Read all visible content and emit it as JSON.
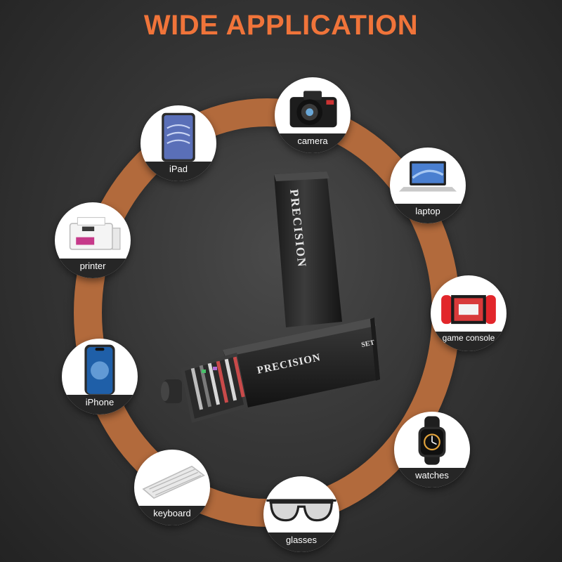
{
  "title": "WIDE APPLICATION",
  "colors": {
    "title": "#f0743a",
    "ring": "#b26a3c",
    "background": "#363636",
    "label_bar": "#262626"
  },
  "product": {
    "tube_label": "PRECISION",
    "case_label": "PRECISION",
    "case_tag": "SET"
  },
  "devices": [
    {
      "label": "camera",
      "icon": "camera-icon"
    },
    {
      "label": "laptop",
      "icon": "laptop-icon"
    },
    {
      "label": "game console",
      "icon": "game-console-icon"
    },
    {
      "label": "watches",
      "icon": "watch-icon"
    },
    {
      "label": "glasses",
      "icon": "glasses-icon"
    },
    {
      "label": "keyboard",
      "icon": "keyboard-icon"
    },
    {
      "label": "iPhone",
      "icon": "iphone-icon"
    },
    {
      "label": "printer",
      "icon": "printer-icon"
    },
    {
      "label": "iPad",
      "icon": "ipad-icon"
    }
  ]
}
